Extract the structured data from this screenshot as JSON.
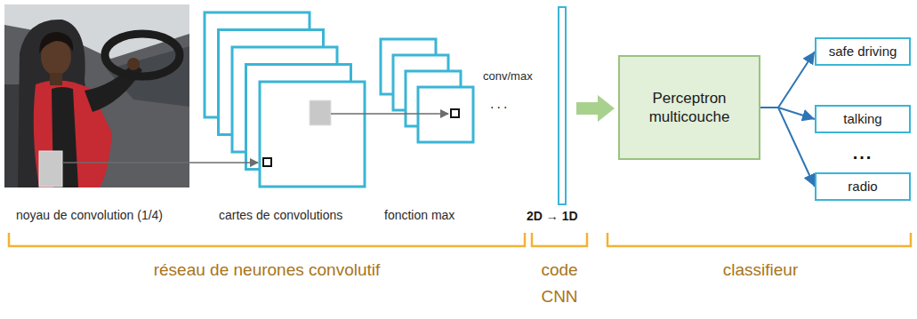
{
  "diagram": {
    "nodes": [
      {
        "text": [
          "Perceptron multicouche"
        ]
      },
      {
        "text": [
          "safe driving"
        ]
      },
      {
        "text": [
          "talking"
        ]
      },
      {
        "text": [
          "radio"
        ]
      }
    ],
    "edges": [
      {
        "from": 0,
        "to": 1,
        "arrow": "to"
      },
      {
        "from": 0,
        "to": 2,
        "arrow": "to"
      },
      {
        "from": 0,
        "to": 3,
        "arrow": "to"
      }
    ],
    "labels": [
      "noyau de convolution (1/4)",
      "cartes de convolutions",
      "fonction max",
      "conv/max",
      "...",
      "2D → 1D",
      "...",
      "réseau de neurones convolutif",
      "code CNN",
      "classifieur"
    ]
  }
}
